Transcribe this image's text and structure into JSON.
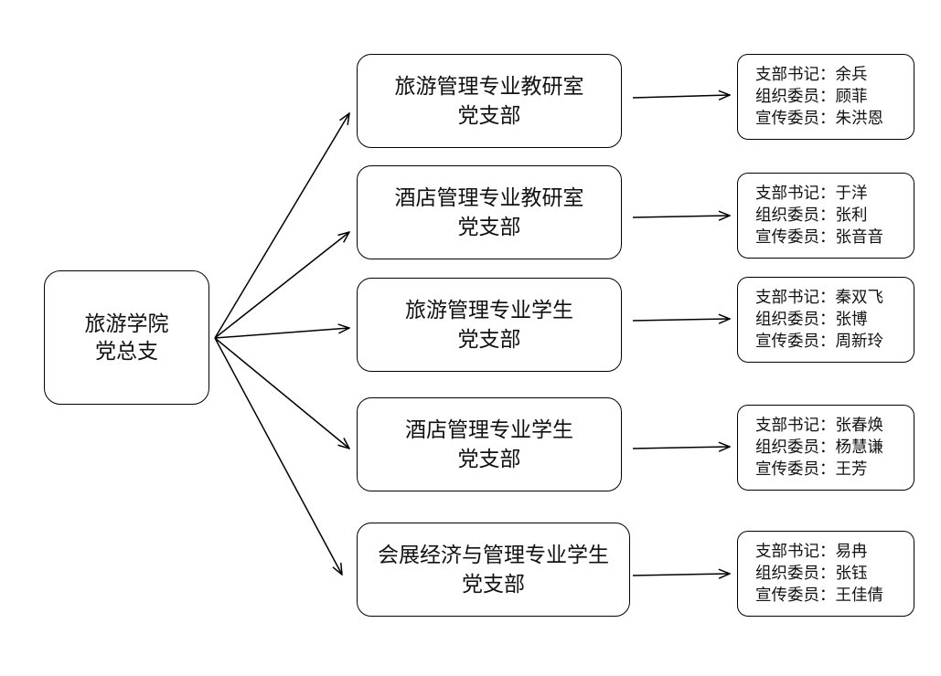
{
  "root": {
    "line1": "旅游学院",
    "line2": "党总支"
  },
  "branches": [
    {
      "line1": "旅游管理专业教研室",
      "line2": "党支部",
      "members": [
        "支部书记：余兵",
        "组织委员：顾菲",
        "宣传委员：朱洪恩"
      ]
    },
    {
      "line1": "酒店管理专业教研室",
      "line2": "党支部",
      "members": [
        "支部书记：于洋",
        "组织委员：张利",
        "宣传委员：张音音"
      ]
    },
    {
      "line1": "旅游管理专业学生",
      "line2": "党支部",
      "members": [
        "支部书记：秦双飞",
        "组织委员：张博",
        "宣传委员：周新玲"
      ]
    },
    {
      "line1": "酒店管理专业学生",
      "line2": "党支部",
      "members": [
        "支部书记：张春焕",
        "组织委员：杨慧谦",
        "宣传委员：王芳"
      ]
    },
    {
      "line1": "会展经济与管理专业学生",
      "line2": "党支部",
      "members": [
        "支部书记：易冉",
        "组织委员：张钰",
        "宣传委员：王佳倩"
      ]
    }
  ]
}
